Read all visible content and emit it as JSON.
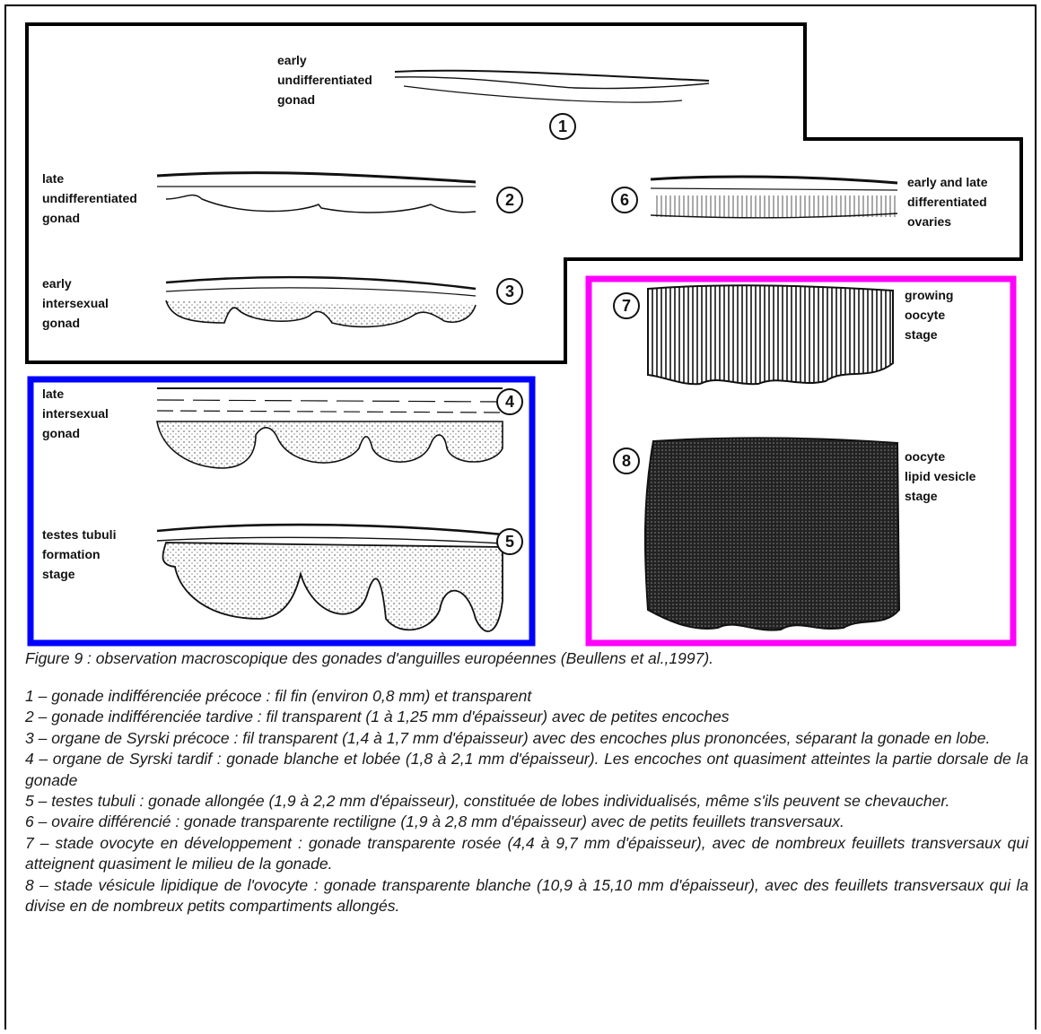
{
  "figure": {
    "stages": [
      {
        "number": "1",
        "label": [
          "early",
          "undifferentiated",
          "gonad"
        ]
      },
      {
        "number": "2",
        "label": [
          "late",
          "undifferentiated",
          "gonad"
        ]
      },
      {
        "number": "3",
        "label": [
          "early",
          "intersexual",
          "gonad"
        ]
      },
      {
        "number": "4",
        "label": [
          "late",
          "intersexual",
          "gonad"
        ]
      },
      {
        "number": "5",
        "label": [
          "testes tubuli",
          "formation",
          "stage"
        ]
      },
      {
        "number": "6",
        "label": [
          "early and late",
          "differentiated",
          "ovaries"
        ]
      },
      {
        "number": "7",
        "label": [
          "growing",
          "oocyte",
          "stage"
        ]
      },
      {
        "number": "8",
        "label": [
          "oocyte",
          "lipid vesicle",
          "stage"
        ]
      }
    ],
    "colors": {
      "undifferentiated_group_border": "#000000",
      "male_group_border": "#0000ff",
      "female_group_border": "#ff00ff"
    }
  },
  "caption": "Figure 9 : observation macroscopique des gonades d'anguilles européennes (Beullens et al.,1997).",
  "notes": [
    "1 – gonade indifférenciée précoce : fil fin (environ 0,8 mm) et transparent",
    "2 – gonade indifférenciée tardive : fil transparent (1 à 1,25 mm d'épaisseur) avec de petites encoches",
    "3 – organe de Syrski précoce : fil transparent (1,4 à 1,7 mm d'épaisseur) avec des encoches plus prononcées, séparant la gonade en lobe.",
    "4 – organe de Syrski tardif : gonade blanche et lobée (1,8 à 2,1 mm d'épaisseur). Les encoches ont quasiment atteintes la partie dorsale de la gonade",
    "5 – testes tubuli : gonade allongée (1,9 à 2,2 mm d'épaisseur), constituée de lobes individualisés, même s'ils peuvent se chevaucher.",
    "6 – ovaire différencié : gonade transparente rectiligne (1,9 à 2,8 mm d'épaisseur) avec de petits feuillets transversaux.",
    "7 – stade ovocyte en développement : gonade transparente rosée (4,4 à 9,7 mm d'épaisseur), avec de nombreux feuillets transversaux qui atteignent quasiment le milieu de la gonade.",
    "8 – stade vésicule lipidique de l'ovocyte : gonade transparente blanche (10,9 à 15,10 mm d'épaisseur), avec des feuillets transversaux qui la divise en de nombreux petits compartiments allongés."
  ]
}
